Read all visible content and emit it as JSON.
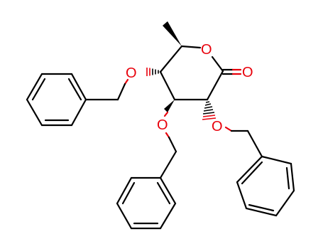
{
  "diagram": {
    "type": "chemical-structure",
    "atoms": {
      "ring_oxygen": "O",
      "carbonyl_oxygen": "O",
      "benzyloxy_oxygen_4": "O",
      "benzyloxy_oxygen_3": "O",
      "benzyloxy_oxygen_2": "O"
    },
    "colors": {
      "bond": "#000000",
      "oxygen": "#e8000b",
      "background": "#ffffff"
    }
  }
}
